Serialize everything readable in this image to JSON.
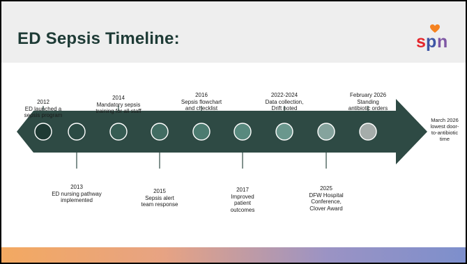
{
  "slide": {
    "title": "ED Sepsis Timeline:",
    "logo_text": "spn"
  },
  "colors": {
    "arrow": "#2e4a44",
    "title": "#1e3b36",
    "milestone_circles": [
      "#1f3a34",
      "#2b4b44",
      "#365c53",
      "#416c62",
      "#4c7b70",
      "#58897e",
      "#6a978d",
      "#85a39d",
      "#a5acaa"
    ],
    "logo_orange": "#f58220",
    "logo_red": "#e4262c",
    "logo_blue": "#3e55a5",
    "logo_purple": "#7e57a4"
  },
  "milestones_above": [
    {
      "year": "2012",
      "lines": [
        "ED launched a",
        "sepsis program"
      ]
    },
    {
      "year": "2014",
      "lines": [
        "Mandatory sepsis",
        "training for all staff"
      ]
    },
    {
      "year": "2016",
      "lines": [
        "Sepsis flowchart",
        "and checklist"
      ]
    },
    {
      "year": "2022-2024",
      "lines": [
        "Data collection,",
        "Drift noted"
      ]
    },
    {
      "year": "February 2026",
      "lines": [
        "Standing",
        "antibiotic orders"
      ]
    }
  ],
  "milestones_below": [
    {
      "year": "2013",
      "lines": [
        "ED nursing pathway",
        "implemented"
      ]
    },
    {
      "year": "2015",
      "lines": [
        "Sepsis alert",
        "team response"
      ]
    },
    {
      "year": "2017",
      "lines": [
        "Improved",
        "patient",
        "outcomes"
      ]
    },
    {
      "year": "2025",
      "lines": [
        "DFW Hospital",
        "Conference,",
        "Clover Award"
      ]
    }
  ],
  "final_milestone": {
    "lines": [
      "March 2026",
      "lowest door-",
      "to-antibiotic",
      "time"
    ]
  }
}
